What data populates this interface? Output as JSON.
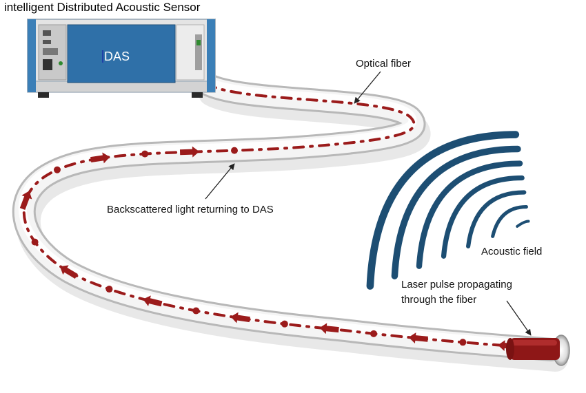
{
  "title": "intelligent Distributed Acoustic Sensor",
  "device": {
    "label": "DAS"
  },
  "labels": {
    "optical_fiber": "Optical fiber",
    "backscattered": "Backscattered light returning to DAS",
    "acoustic_field": "Acoustic field",
    "laser_line1": "Laser pulse propagating",
    "laser_line2": "through the fiber"
  },
  "colors": {
    "panel": "#2f70a8",
    "fiber_core": "#9b1b1b",
    "wave": "#1d4e73",
    "chassis": "#e4e4e4"
  },
  "wave_count": 7
}
